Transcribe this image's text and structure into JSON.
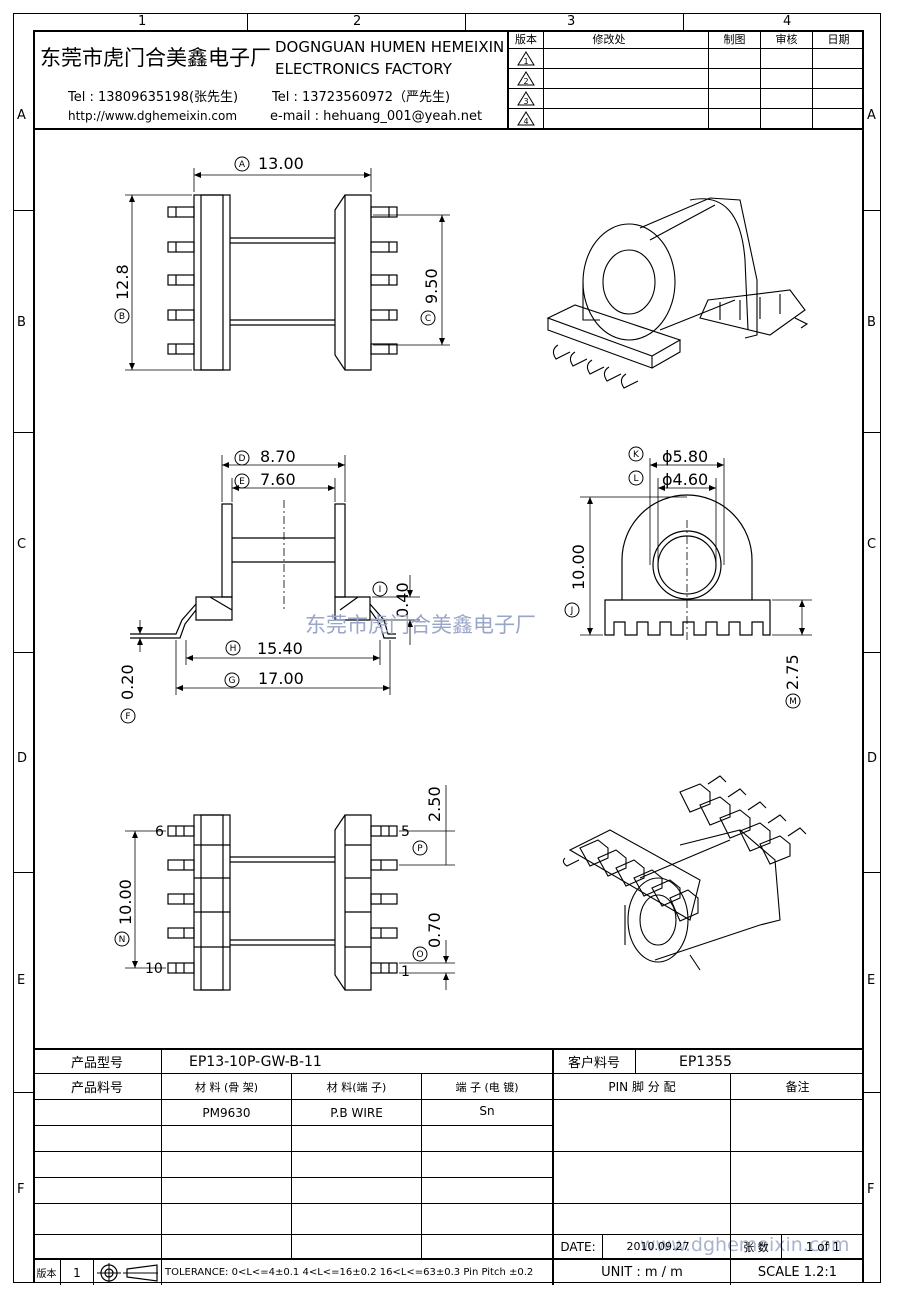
{
  "frame": {
    "col_numbers": [
      "1",
      "2",
      "3",
      "4"
    ],
    "row_letters": [
      "A",
      "B",
      "C",
      "D",
      "E",
      "F"
    ]
  },
  "header": {
    "company_cn": "东莞市虎门合美鑫电子厂",
    "company_en_1": "DOGNGUAN HUMEN HEMEIXIN",
    "company_en_2": "ELECTRONICS FACTORY",
    "tel1": "Tel : 13809635198(张先生)",
    "tel2": "Tel : 13723560972（严先生)",
    "url": "http://www.dghemeixin.com",
    "email": "e-mail : hehuang_001@yeah.net"
  },
  "revision_table": {
    "headers": [
      "版本",
      "修改处",
      "制图",
      "审核",
      "日期"
    ],
    "versions": [
      "1",
      "2",
      "3",
      "4"
    ]
  },
  "dimensions": {
    "A": "13.00",
    "B": "12.8",
    "C": "9.50",
    "D": "8.70",
    "E": "7.60",
    "F": "0.20",
    "G": "17.00",
    "H": "15.40",
    "I": "0.40",
    "J": "10.00",
    "K": "ϕ5.80",
    "L": "ϕ4.60",
    "M": "2.75",
    "N": "10.00",
    "O": "0.70",
    "P": "2.50"
  },
  "dim_letters": {
    "A": "A",
    "B": "B",
    "C": "C",
    "D": "D",
    "E": "E",
    "F": "F",
    "G": "G",
    "H": "H",
    "I": "I",
    "J": "J",
    "K": "K",
    "L": "L",
    "M": "M",
    "N": "N",
    "O": "O",
    "P": "P"
  },
  "pin_labels": {
    "p6": "6",
    "p5": "5",
    "p10": "10",
    "p1": "1"
  },
  "watermark": "东莞市虎门合美鑫电子厂",
  "watermark2": "www.dghemeixin.com",
  "title_block": {
    "product_model_label": "产品型号",
    "product_model": "EP13-10P-GW-B-11",
    "customer_pn_label": "客户料号",
    "customer_pn": "EP1355",
    "product_pn_label": "产品料号",
    "material_bobbin_label": "材 料 (骨 架)",
    "material_pin_label": "材 料(端 子)",
    "plating_label": "端 子 (电 镀)",
    "pin_assign_label": "PIN 脚 分 配",
    "remark_label": "备注",
    "material_bobbin": "PM9630",
    "material_pin": "P.B WIRE",
    "plating": "Sn",
    "date_label": "DATE:",
    "date": "2010.09.27",
    "page_label": "张 数",
    "page": "1 of 1",
    "version_label": "版本",
    "version": "1",
    "tolerance": "TOLERANCE:  0<L<=4±0.1  4<L<=16±0.2  16<L<=63±0.3  Pin Pitch  ±0.2",
    "unit": "UNIT  :  m / m",
    "scale": "SCALE  1.2:1"
  },
  "colors": {
    "ink": "#000000",
    "watermark": "#9aa6c8"
  }
}
